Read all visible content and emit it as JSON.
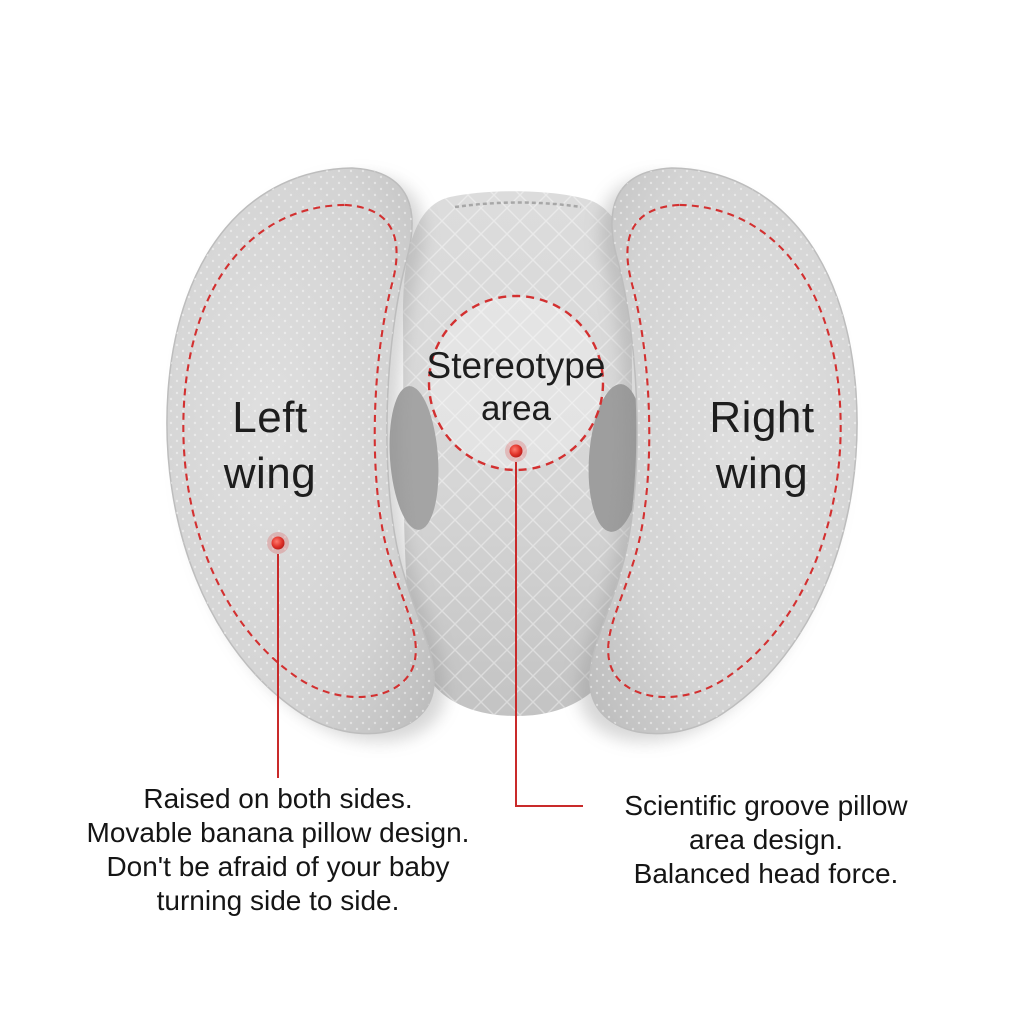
{
  "diagram": {
    "wing_labels": {
      "left": [
        "Left",
        "wing"
      ],
      "right": [
        "Right",
        "wing"
      ]
    },
    "stereotype_label": [
      "Stereotype",
      "area"
    ],
    "callouts": {
      "left_lines": [
        "Raised on both sides.",
        "Movable banana pillow design.",
        "Don't be afraid of your baby",
        "turning side to side."
      ],
      "right_lines": [
        "Scientific groove pillow",
        "area design.",
        "Balanced head force."
      ]
    },
    "colors": {
      "accent_red": "#cb2a2a",
      "fabric_gray": "#d3d3d3",
      "fabric_dark": "#a2a2a2",
      "text_dark": "#1d1d1d"
    }
  }
}
